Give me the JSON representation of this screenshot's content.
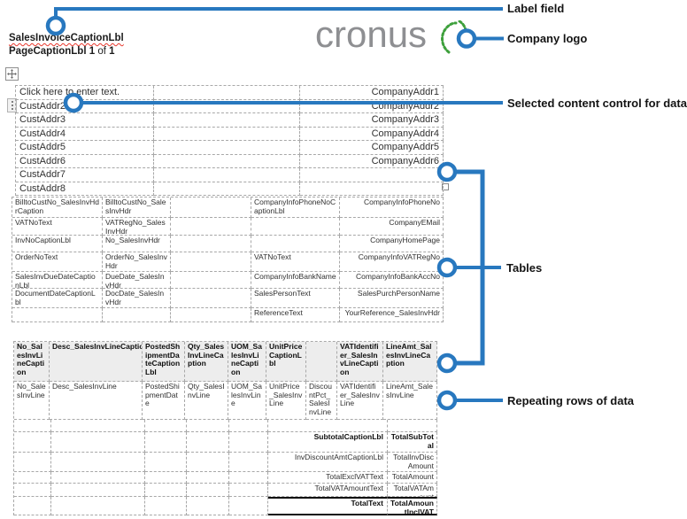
{
  "colors": {
    "callout_blue": "#2878bf",
    "logo_gray": "#8e8f92",
    "logo_green": "#3ea03c",
    "grid_gray": "#a8a8a8",
    "header_row_bg": "#ededed"
  },
  "page": {
    "sales_invoice_caption_lbl": "SalesInvoiceCaptionLbl",
    "page_caption_lbl": "PageCaptionLbl",
    "page_num": "1",
    "of_word": "of",
    "page_total": "1"
  },
  "logo": {
    "text": "cronus"
  },
  "callouts": {
    "label_field": "Label field",
    "company_logo": "Company logo",
    "selected_content_control": "Selected content control for data field",
    "tables": "Tables",
    "repeating_rows": "Repeating rows of data"
  },
  "addr_table": {
    "rows": [
      [
        "Click here to enter text.",
        "",
        "CompanyAddr1"
      ],
      [
        "CustAddr2",
        "",
        "CompanyAddr2"
      ],
      [
        "CustAddr3",
        "",
        "CompanyAddr3"
      ],
      [
        "CustAddr4",
        "",
        "CompanyAddr4"
      ],
      [
        "CustAddr5",
        "",
        "CompanyAddr5"
      ],
      [
        "CustAddr6",
        "",
        "CompanyAddr6"
      ],
      [
        "CustAddr7",
        "",
        ""
      ],
      [
        "CustAddr8",
        "",
        ""
      ]
    ]
  },
  "info_table": {
    "rows": [
      [
        "BilltoCustNo_SalesInvHdrCaption",
        "BilltoCustNo_SalesInvHdr",
        "",
        "CompanyInfoPhoneNoCaptionLbl",
        "CompanyInfoPhoneNo"
      ],
      [
        "VATNoText",
        "VATRegNo_SalesInvHdr",
        "",
        "",
        "CompanyEMail"
      ],
      [
        "InvNoCaptionLbl",
        "No_SalesInvHdr",
        "",
        "",
        "CompanyHomePage"
      ],
      [
        "OrderNoText",
        "OrderNo_SalesInvHdr",
        "",
        "VATNoText",
        "CompanyInfoVATRegNo"
      ],
      [
        "SalesInvDueDateCaptionLbl",
        "DueDate_SalesInvHdr",
        "",
        "CompanyInfoBankName",
        "CompanyInfoBankAccNo"
      ],
      [
        "DocumentDateCaptionLbl",
        "DocDate_SalesInvHdr",
        "",
        "SalesPersonText",
        "SalesPurchPersonName"
      ],
      [
        "",
        "",
        "",
        "ReferenceText",
        "YourReference_SalesInvHdr"
      ]
    ]
  },
  "lines_table": {
    "header": [
      "No_SalesInvLineCaption",
      "Desc_SalesInvLineCaption",
      "PostedShipmentDateCaptionLbl",
      "Qty_SalesInvLineCaption",
      "UOM_SalesInvLineCaption",
      "UnitPriceCaptionLbl",
      "",
      "VATIdentifier_SalesInvLineCaption",
      "LineAmt_SalesInvLineCaption"
    ],
    "data": [
      "No_SalesInvLine",
      "Desc_SalesInvLine",
      "PostedShipmentDate",
      "Qty_SalesInvLine",
      "UOM_SalesInvLine",
      "UnitPrice_SalesInvLine",
      "DiscountPct_SalesInvLine",
      "VATIdentifier_SalesInvLine",
      "LineAmt_SalesInvLine"
    ],
    "summary": [
      {
        "caption": "",
        "value": ""
      },
      {
        "caption": "SubtotalCaptionLbl",
        "value": "TotalSubTotal"
      },
      {
        "caption": "InvDiscountAmtCaptionLbl",
        "value": "TotalInvDiscAmount"
      },
      {
        "caption": "TotalExclVATText",
        "value": "TotalAmount"
      },
      {
        "caption": "TotalVATAmountText",
        "value": "TotalVATAmount"
      },
      {
        "caption": "TotalText",
        "value": "TotalAmountInclVAT"
      }
    ]
  }
}
